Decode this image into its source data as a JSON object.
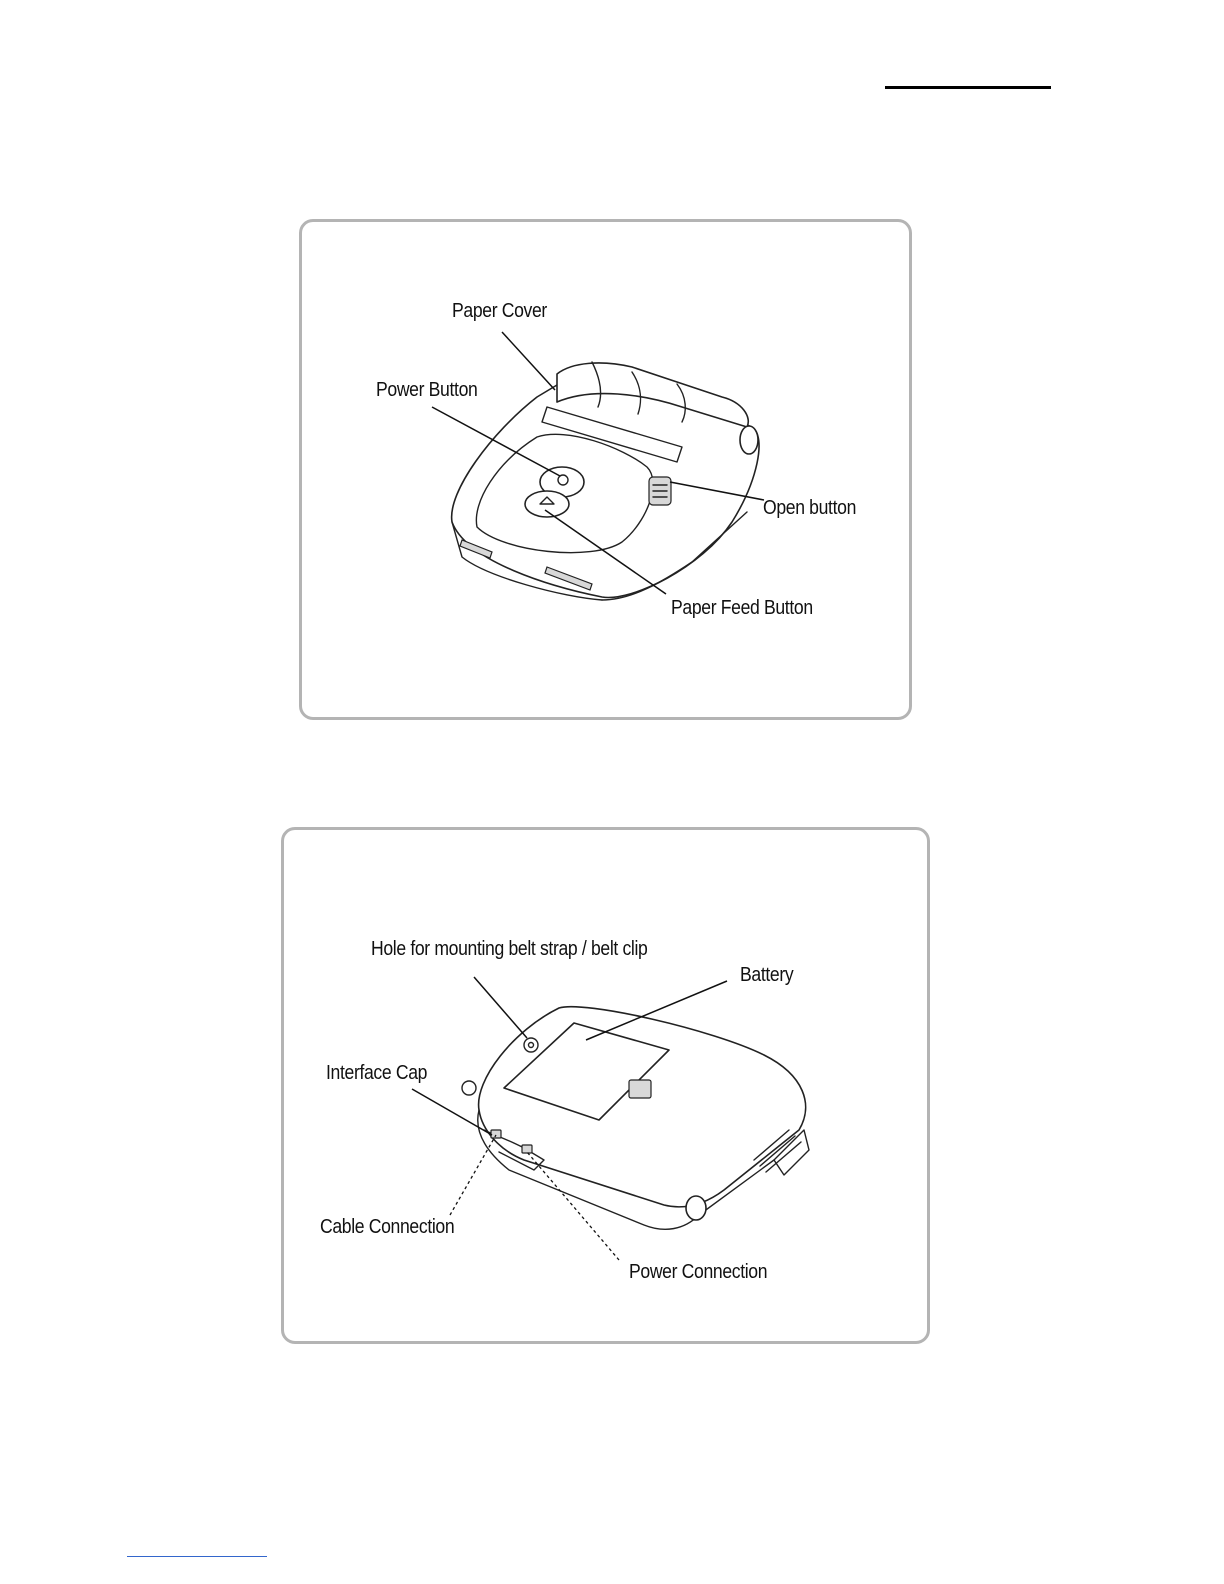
{
  "figure1": {
    "labels": {
      "paper_cover": "Paper Cover",
      "power_button": "Power Button",
      "open_button": "Open button",
      "paper_feed_button": "Paper Feed Button"
    }
  },
  "figure2": {
    "labels": {
      "belt_hole": "Hole for mounting belt strap / belt clip",
      "battery": "Battery",
      "interface_cap": "Interface Cap",
      "cable_connection": "Cable Connection",
      "power_connection": "Power Connection"
    }
  },
  "colors": {
    "panel_border": "#b4b4b4",
    "footer_rule": "#3366cc"
  }
}
